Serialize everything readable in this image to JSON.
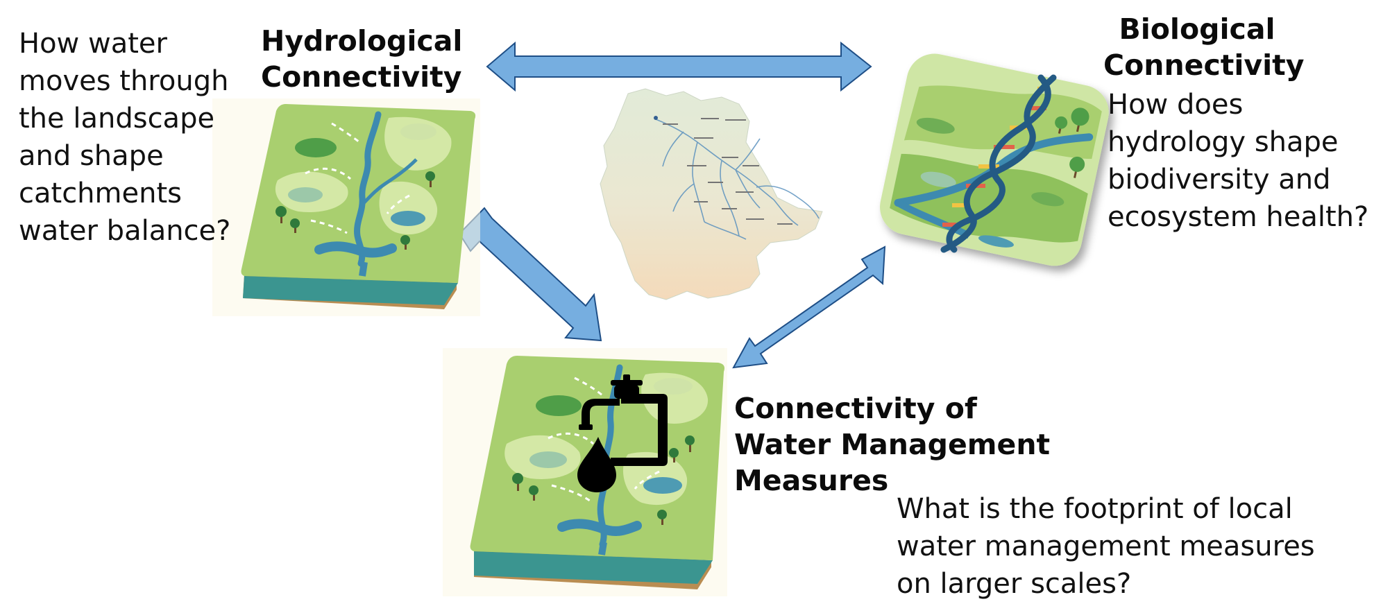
{
  "hydro": {
    "title": [
      "Hydrological",
      "Connectivity"
    ],
    "question": [
      "How water",
      "moves through",
      "the landscape",
      "and shape",
      "catchments",
      "water balance?"
    ]
  },
  "bio": {
    "title": [
      "Biological",
      "Connectivity"
    ],
    "question": [
      "How does",
      "hydrology shape",
      "biodiversity and",
      "ecosystem health?"
    ]
  },
  "mgmt": {
    "title": [
      "Connectivity of",
      "Water Management",
      "Measures"
    ],
    "question": [
      "What is the footprint of local",
      "water management measures",
      "on larger scales?"
    ]
  },
  "colors": {
    "arrow_fill": "#76aee0",
    "arrow_stroke": "#1e4e86",
    "grass": "#a9cf6f",
    "grass_light": "#d4e8a6",
    "river": "#3d8ab0",
    "water_base": "#3b9590",
    "soil": "#b98d52"
  },
  "icons": [
    "double-arrow-icon",
    "landscape-block-icon",
    "dna-helix-icon",
    "water-tap-icon",
    "germany-map-icon"
  ]
}
